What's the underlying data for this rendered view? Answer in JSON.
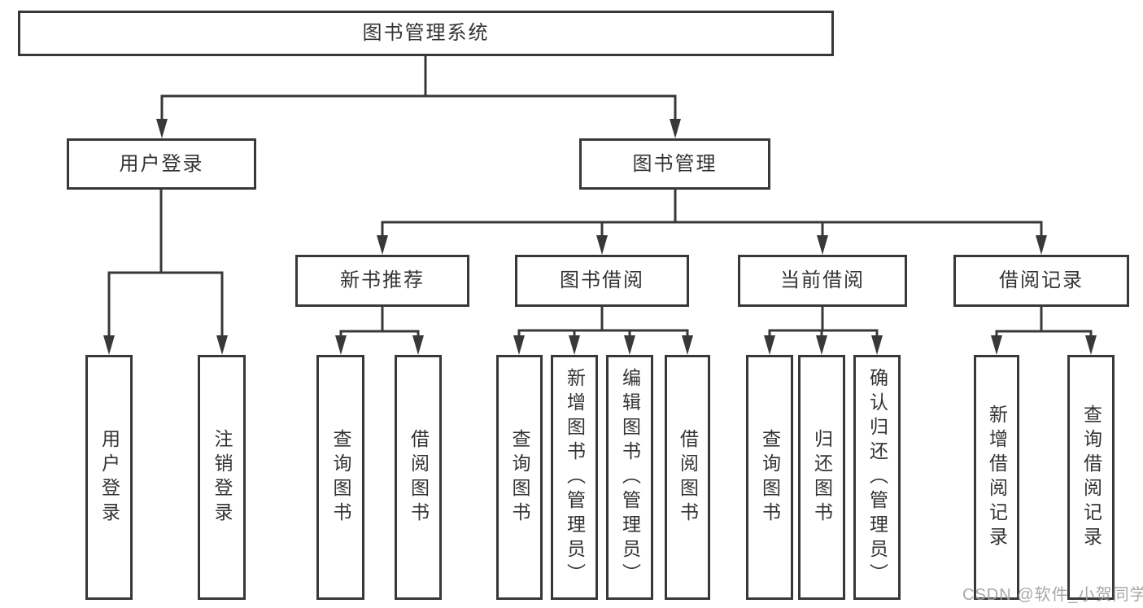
{
  "tree": {
    "root": {
      "label": "图书管理系统"
    },
    "branches": [
      {
        "label": "用户登录",
        "children": [
          {
            "label": "用户登录"
          },
          {
            "label": "注销登录"
          }
        ]
      },
      {
        "label": "图书管理",
        "children": [
          {
            "label": "新书推荐",
            "children": [
              {
                "label": "查询图书"
              },
              {
                "label": "借阅图书"
              }
            ]
          },
          {
            "label": "图书借阅",
            "children": [
              {
                "label": "查询图书"
              },
              {
                "label": "新增图书（管理员）"
              },
              {
                "label": "编辑图书（管理员）"
              },
              {
                "label": "借阅图书"
              }
            ]
          },
          {
            "label": "当前借阅",
            "children": [
              {
                "label": "查询图书"
              },
              {
                "label": "归还图书"
              },
              {
                "label": "确认归还（管理员）"
              }
            ]
          },
          {
            "label": "借阅记录",
            "children": [
              {
                "label": "新增借阅记录"
              },
              {
                "label": "查询借阅记录"
              }
            ]
          }
        ]
      }
    ]
  },
  "watermark": {
    "text": "CSDN @软件_小贺同学"
  },
  "colors": {
    "line": "#383838",
    "text": "#333333",
    "watermark": "#9e9e9e",
    "background": "#ffffff"
  }
}
